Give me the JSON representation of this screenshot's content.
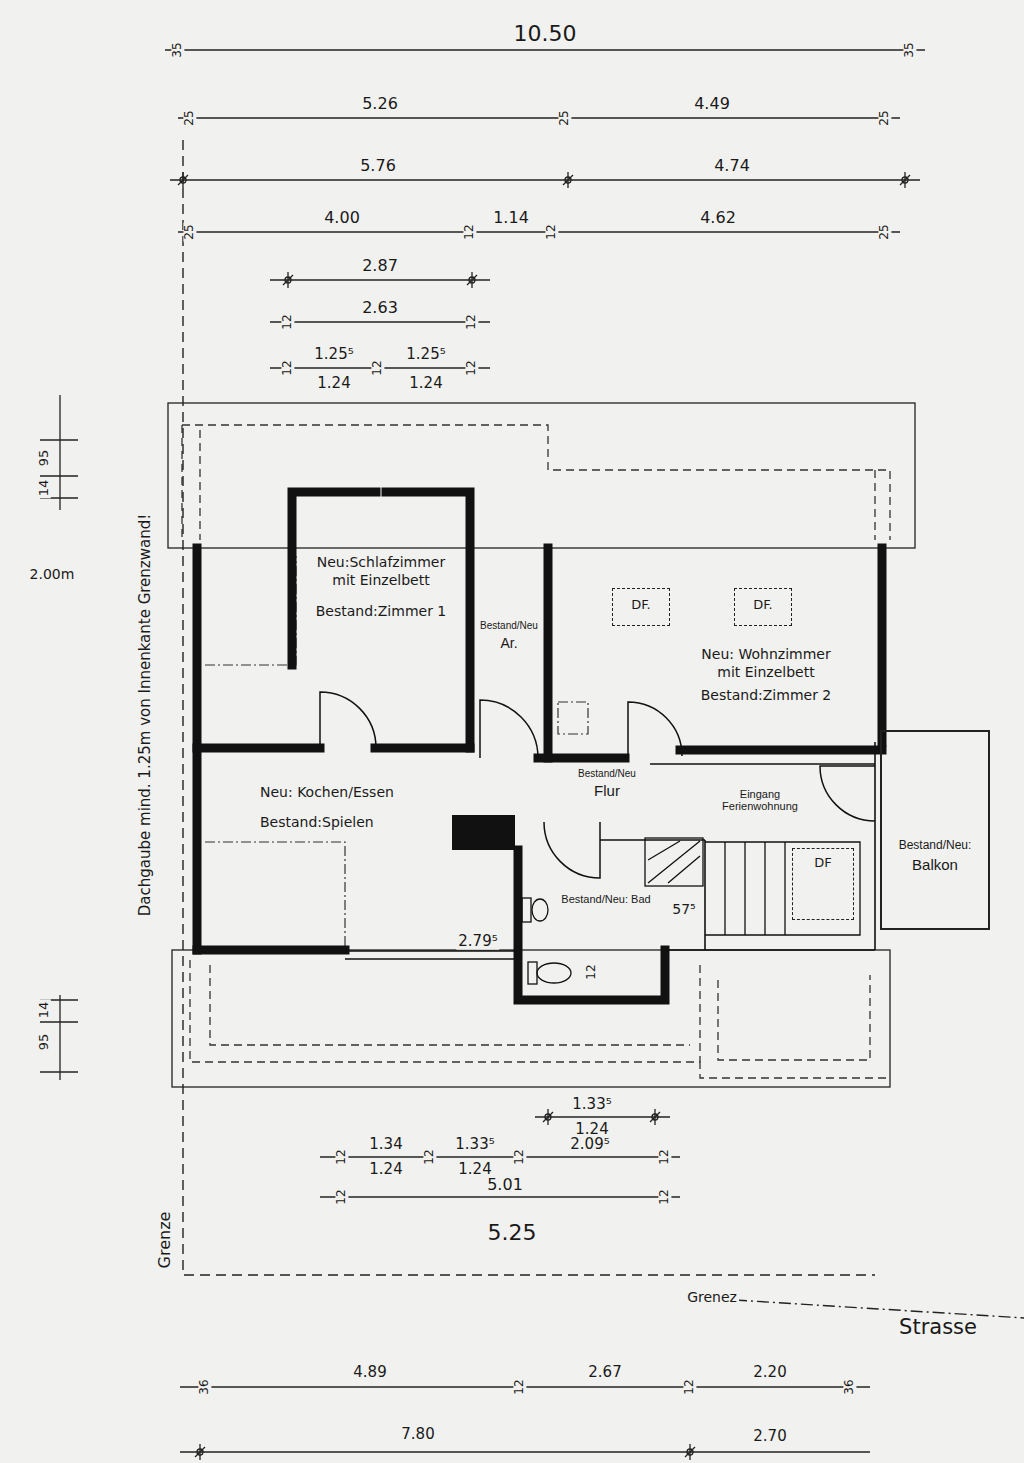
{
  "diagram": {
    "nodes": [
      {
        "text": [
          "Neu:Schlafzimmer mit Einzelbett",
          "Bestand:Zimmer 1"
        ]
      },
      {
        "text": [
          "Bestand/Neu",
          "Ar."
        ]
      },
      {
        "text": [
          "Neu: Wohnzimmer mit Einzelbett",
          "Bestand:Zimmer 2"
        ]
      },
      {
        "text": [
          "DF."
        ],
        "in": 2
      },
      {
        "text": [
          "DF."
        ],
        "in": 2
      },
      {
        "text": [
          "Neu: Kochen/Essen",
          "Bestand:Spielen"
        ]
      },
      {
        "text": [
          "Bestand/Neu",
          "Flur"
        ]
      },
      {
        "text": [
          "Bestand/Neu:",
          "Balkon"
        ]
      },
      {
        "text": [
          "Bestand/Neu: Bad"
        ]
      },
      {
        "text": [
          "DF"
        ]
      }
    ],
    "labels": [
      "35",
      "10.50",
      "35",
      "25",
      "5.26",
      "25",
      "4.49",
      "25",
      "5.76",
      "4.74",
      "25",
      "4.00",
      "12",
      "1.14",
      "12",
      "4.62",
      "25",
      "2.87",
      "12",
      "2.63",
      "12",
      "12",
      "1.25⁵",
      "1.24",
      "12",
      "1.25⁵",
      "1.24",
      "12",
      "95",
      "14",
      "2.00m",
      "Dachgaube mind. 1.25m von Innenkante Grenzwand!",
      "Eingang Ferienwohnung",
      "57⁵",
      "2.79⁵",
      "12",
      "95",
      "14",
      "1.33⁵",
      "1.24",
      "12",
      "1.34",
      "1.24",
      "12",
      "1.33⁵",
      "1.24",
      "12",
      "2.09⁵",
      "12",
      "12",
      "5.01",
      "12",
      "5.25",
      "Grenze",
      "Grenez",
      "Strasse",
      "36",
      "4.89",
      "12",
      "2.67",
      "12",
      "2.20",
      "36",
      "7.80",
      "2.70"
    ]
  }
}
